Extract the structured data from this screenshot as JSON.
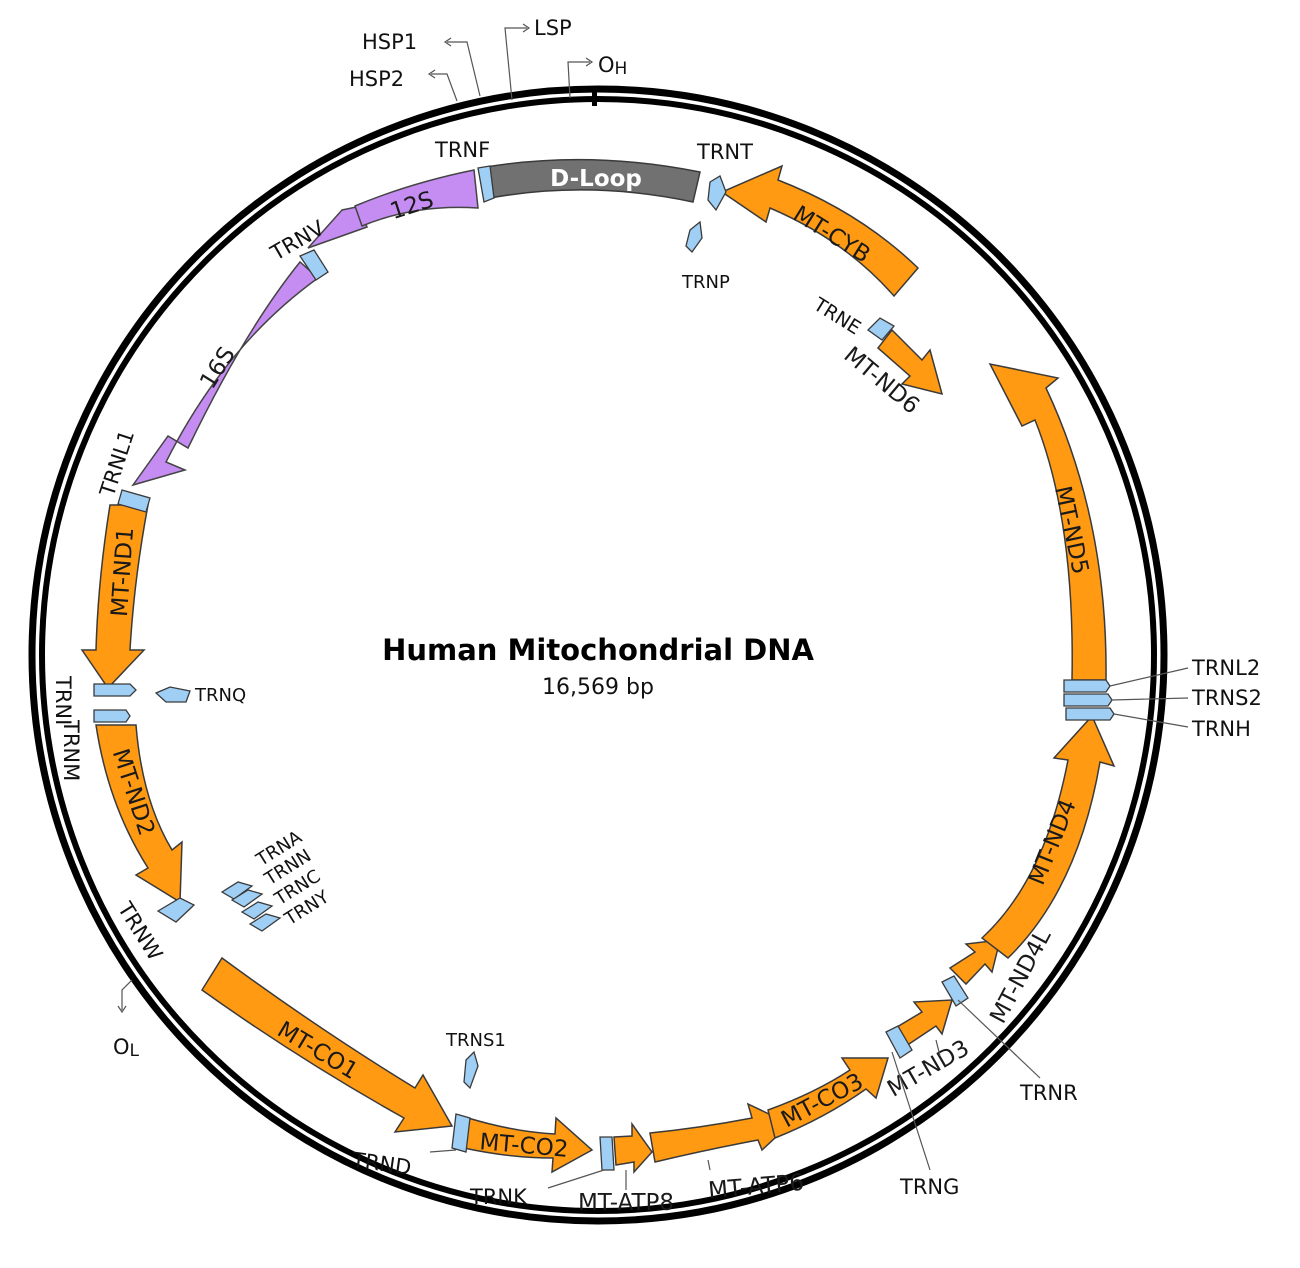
{
  "title": "Human Mitochondrial DNA",
  "subtitle": "16,569 bp",
  "colors": {
    "protein": "#ff9a12",
    "rrna": "#c58cf2",
    "trna": "#9fcff5",
    "dloop": "#717171",
    "outline": "#3a3a3a",
    "ring": "#000000"
  },
  "promoters": {
    "hsp1": "HSP1",
    "hsp2": "HSP2",
    "lsp": "LSP",
    "oh": "O",
    "oh_sub": "H",
    "ol": "O",
    "ol_sub": "L"
  },
  "genes": {
    "dloop": "D-Loop",
    "rrna_12s": "12S",
    "rrna_16s": "16S",
    "nd1": "MT-ND1",
    "nd2": "MT-ND2",
    "co1": "MT-CO1",
    "co2": "MT-CO2",
    "atp8": "MT-ATP8",
    "atp6": "MT-ATP6",
    "co3": "MT-CO3",
    "nd3": "MT-ND3",
    "nd4l": "MT-ND4L",
    "nd4": "MT-ND4",
    "nd5": "MT-ND5",
    "nd6": "MT-ND6",
    "cyb": "MT-CYB"
  },
  "trnas": {
    "f": "TRNF",
    "v": "TRNV",
    "l1": "TRNL1",
    "i": "TRNI",
    "q": "TRNQ",
    "m": "TRNM",
    "w": "TRNW",
    "a": "TRNA",
    "n": "TRNN",
    "c": "TRNC",
    "y": "TRNY",
    "s1": "TRNS1",
    "d": "TRND",
    "k": "TRNK",
    "g": "TRNG",
    "r": "TRNR",
    "h": "TRNH",
    "s2": "TRNS2",
    "l2": "TRNL2",
    "t": "TRNT",
    "p": "TRNP",
    "e": "TRNE"
  }
}
